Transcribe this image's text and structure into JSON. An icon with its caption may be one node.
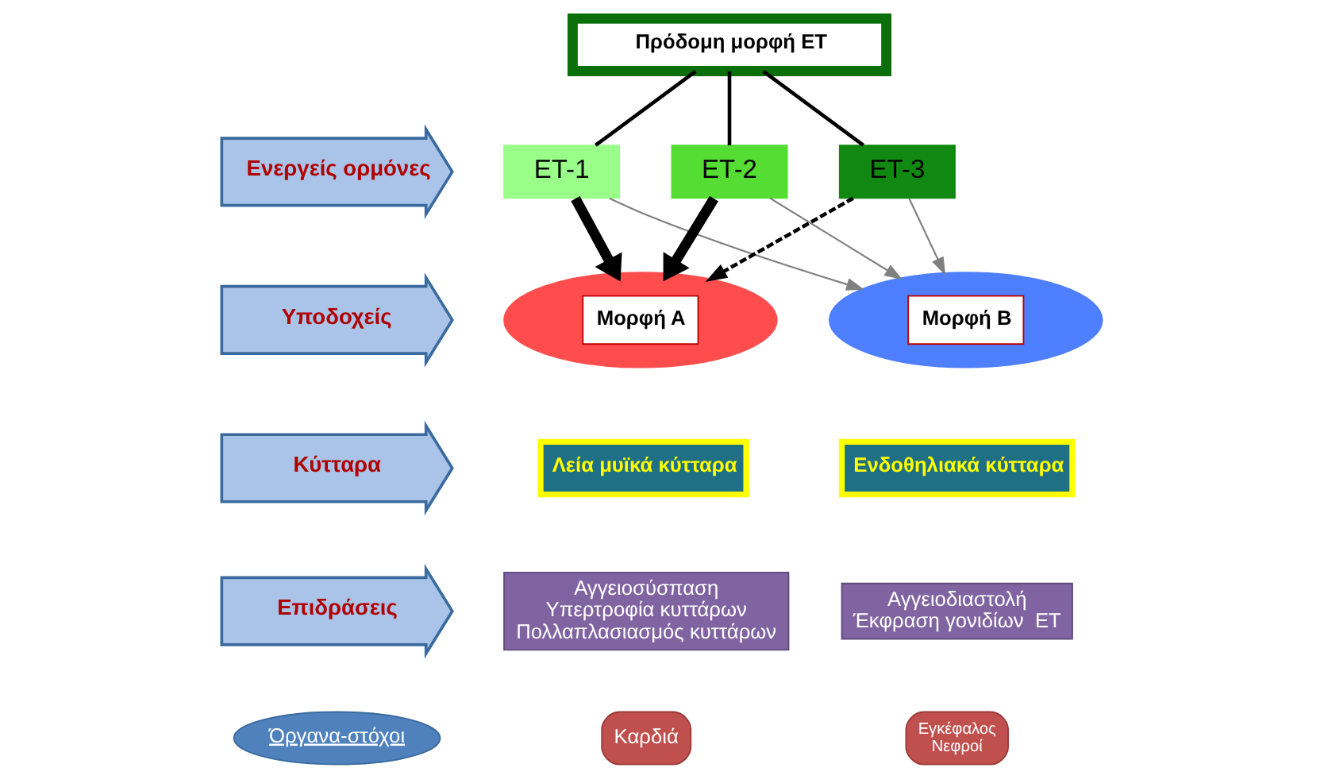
{
  "diagram": {
    "nodes": [
      {
        "text": [
          "Πρόδομη μορφή ΕΤ"
        ]
      },
      {
        "text": [
          "Ενεργείς ορμόνες"
        ]
      },
      {
        "text": [
          "ET-1"
        ]
      },
      {
        "text": [
          "ET-2"
        ]
      },
      {
        "text": [
          "ET-3"
        ]
      },
      {
        "text": [
          "Υποδοχείς"
        ]
      },
      {
        "text": [
          "Μορφή Α"
        ]
      },
      {
        "text": [
          "Μορφή Β"
        ]
      },
      {
        "text": [
          "Κύτταρα"
        ]
      },
      {
        "text": [
          "Λεία μυϊκά κύτταρα"
        ]
      },
      {
        "text": [
          "Ενδοθηλιακά κύτταρα"
        ]
      },
      {
        "text": [
          "Επιδράσεις"
        ]
      },
      {
        "text": [
          "Αγγειοσύσπαση",
          "Υπερτροφία κυττάρων",
          "Πολλαπλασιασμός κυττάρων"
        ]
      },
      {
        "text": [
          "Αγγειοδιαστολή",
          "Έκφραση γονιδίων  ΕΤ"
        ]
      },
      {
        "text": [
          "Όργανα-στόχοι"
        ]
      },
      {
        "text": [
          "Καρδιά"
        ]
      },
      {
        "text": [
          "Εγκέφαλος",
          "Νεφροί"
        ]
      }
    ],
    "edges": [
      {
        "from": 0,
        "to": 2,
        "arrow": "none"
      },
      {
        "from": 0,
        "to": 3,
        "arrow": "none"
      },
      {
        "from": 0,
        "to": 4,
        "arrow": "none"
      },
      {
        "from": 2,
        "to": 6,
        "arrow": "to",
        "style": "thick"
      },
      {
        "from": 3,
        "to": 6,
        "arrow": "to",
        "style": "thick"
      },
      {
        "from": 4,
        "to": 6,
        "arrow": "to",
        "style": "dashed"
      },
      {
        "from": 2,
        "to": 7,
        "arrow": "to",
        "color": "#808080"
      },
      {
        "from": 3,
        "to": 7,
        "arrow": "to",
        "color": "#808080"
      },
      {
        "from": 4,
        "to": 7,
        "arrow": "to",
        "color": "#808080"
      }
    ]
  }
}
